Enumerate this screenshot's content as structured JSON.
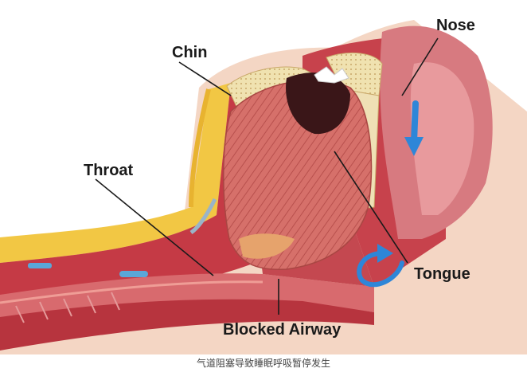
{
  "diagram": {
    "labels": {
      "nose": "Nose",
      "chin": "Chin",
      "throat": "Throat",
      "tongue": "Tongue",
      "blocked_airway": "Blocked Airway"
    },
    "caption": "气道阻塞导致睡眠呼吸暂停发生",
    "colors": {
      "skin": "#f4d2bf",
      "tissue": "#c9474f",
      "tongue": "#d8736a",
      "bone": "#efe2b2",
      "fat": "#f2c744",
      "airway": "#d36b6f",
      "arrow_blue": "#2e86d8"
    },
    "icons": [
      "down-arrow-icon",
      "curved-arrow-icon"
    ]
  }
}
